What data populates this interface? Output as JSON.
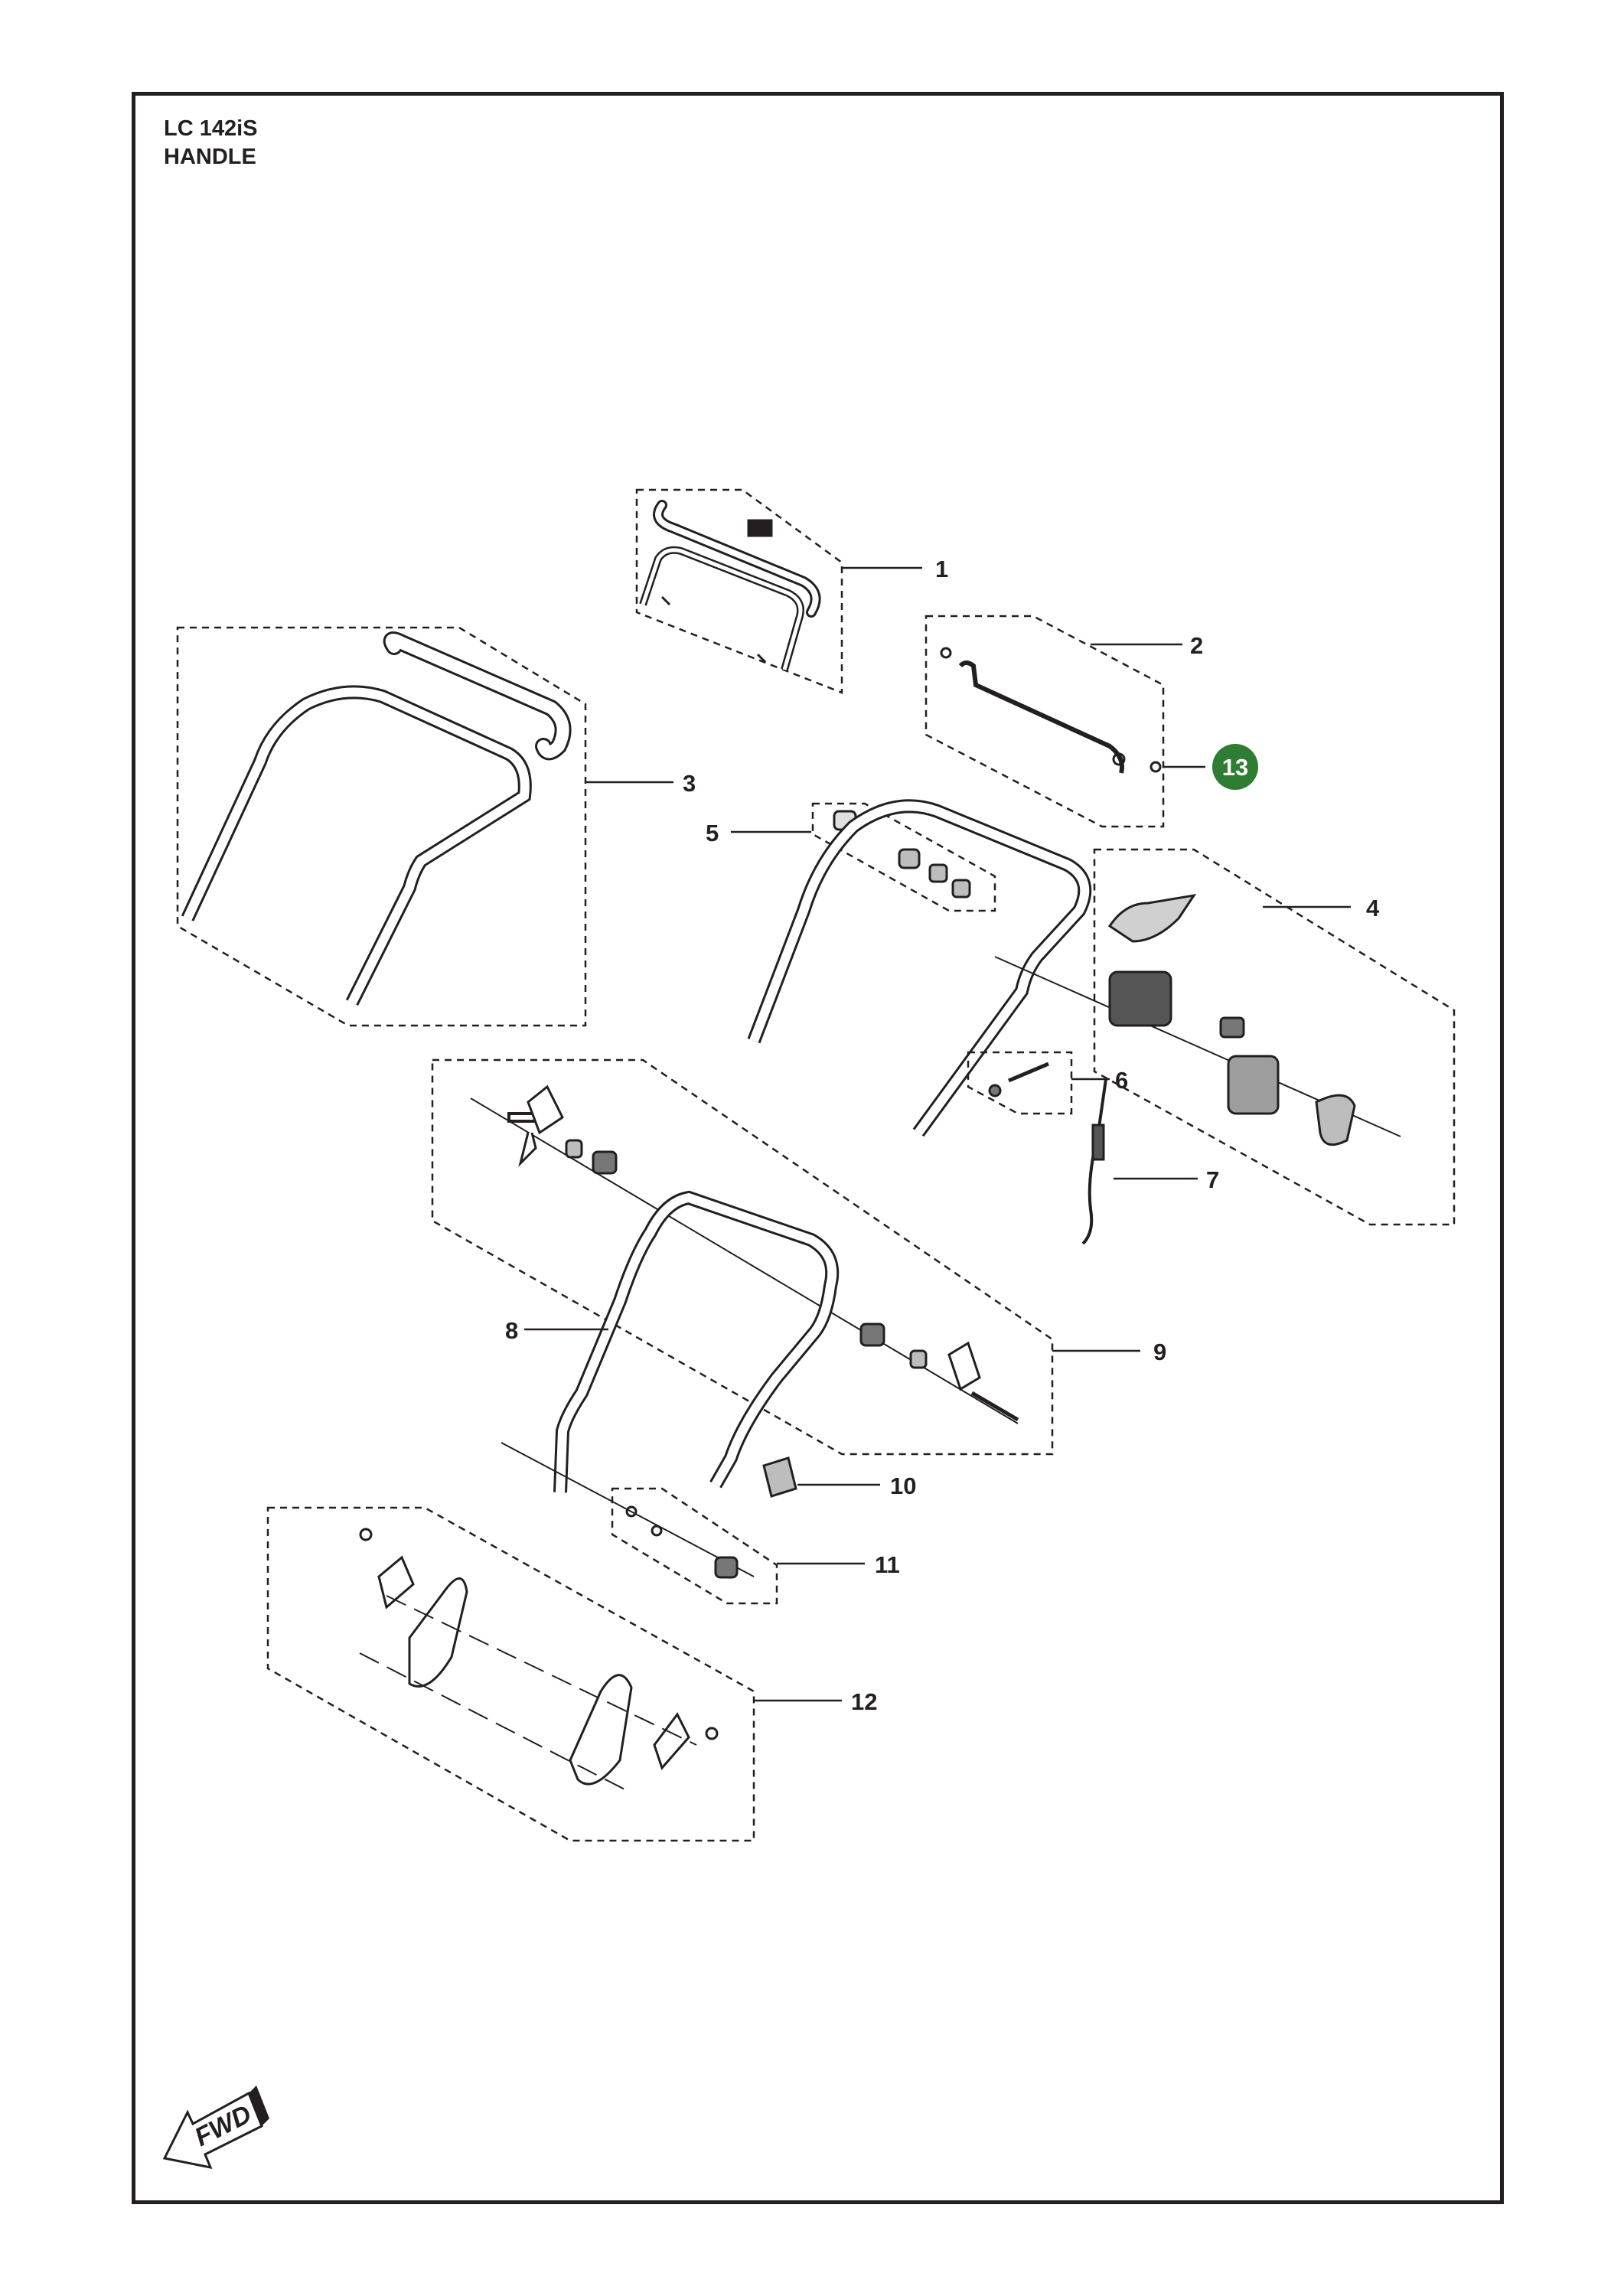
{
  "header": {
    "model": "LC 142iS",
    "section": "HANDLE"
  },
  "callouts": {
    "c1": "1",
    "c2": "2",
    "c3": "3",
    "c4": "4",
    "c5": "5",
    "c6": "6",
    "c7": "7",
    "c8": "8",
    "c9": "9",
    "c10": "10",
    "c11": "11",
    "c12": "12",
    "c13": "13"
  },
  "highlight_color": "#2e7d32",
  "line_color": "#231f20",
  "fwd_label": "FWD"
}
